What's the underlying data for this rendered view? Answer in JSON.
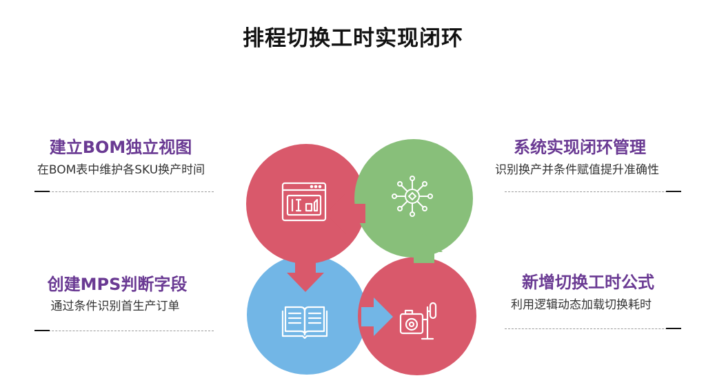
{
  "title": "排程切换工时实现闭环",
  "items": {
    "top_left": {
      "title": "建立BOM独立视图",
      "subtitle": "在BOM表中维护各SKU换产时间"
    },
    "bottom_left": {
      "title": "创建MPS判断字段",
      "subtitle": "通过条件识别首生产订单"
    },
    "top_right": {
      "title": "系统实现闭环管理",
      "subtitle": "识别换产并条件赋值提升准确性"
    },
    "bottom_right": {
      "title": "新增切换工时公式",
      "subtitle": "利用逻辑动态加载切换耗时"
    }
  },
  "colors": {
    "red": "#d9596b",
    "green": "#88bf7a",
    "blue": "#72b6e6",
    "title_purple": "#6a3a93"
  },
  "icons": [
    "browser-tools-icon",
    "network-hub-icon",
    "open-book-icon",
    "machine-camera-icon"
  ]
}
